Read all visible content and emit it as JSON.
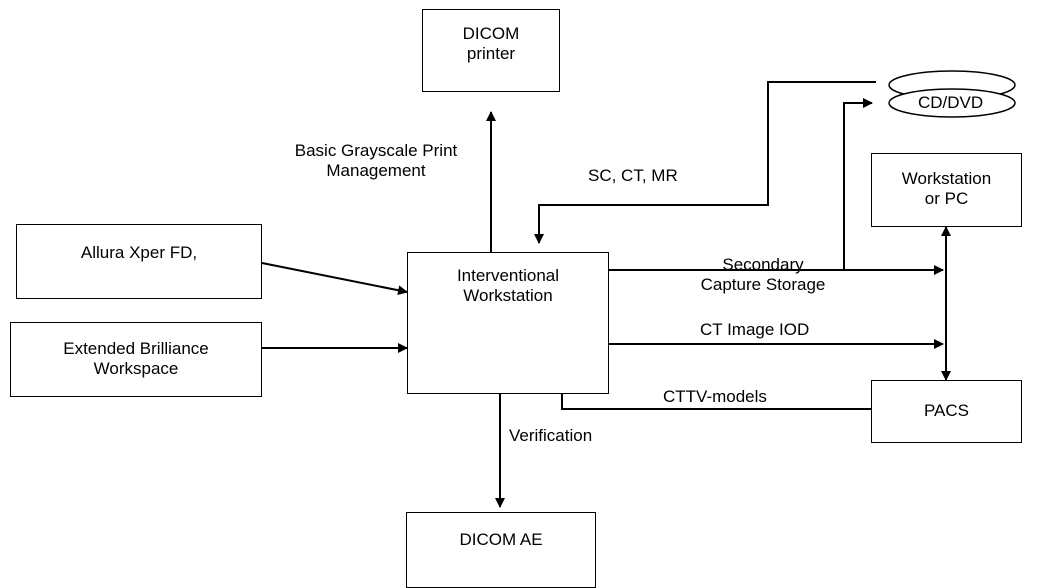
{
  "nodes": {
    "dicom_printer": [
      "DICOM",
      "printer"
    ],
    "allura": [
      "Allura Xper FD,"
    ],
    "brilliance": [
      "Extended Brilliance",
      "Workspace"
    ],
    "workstation_center": [
      "Interventional",
      "Workstation"
    ],
    "workstation_pc": [
      "Workstation",
      "or PC"
    ],
    "pacs": [
      "PACS"
    ],
    "dicom_ae": [
      "DICOM AE"
    ],
    "cd_dvd": "CD/DVD"
  },
  "edges": {
    "print_mgmt": [
      "Basic Grayscale Print",
      "Management"
    ],
    "sc_ct_mr": "SC, CT, MR",
    "secondary_capture": [
      "Secondary",
      "Capture Storage"
    ],
    "ct_image_iod": "CT Image IOD",
    "cttv_models": "CTTV-models",
    "verification": "Verification"
  }
}
